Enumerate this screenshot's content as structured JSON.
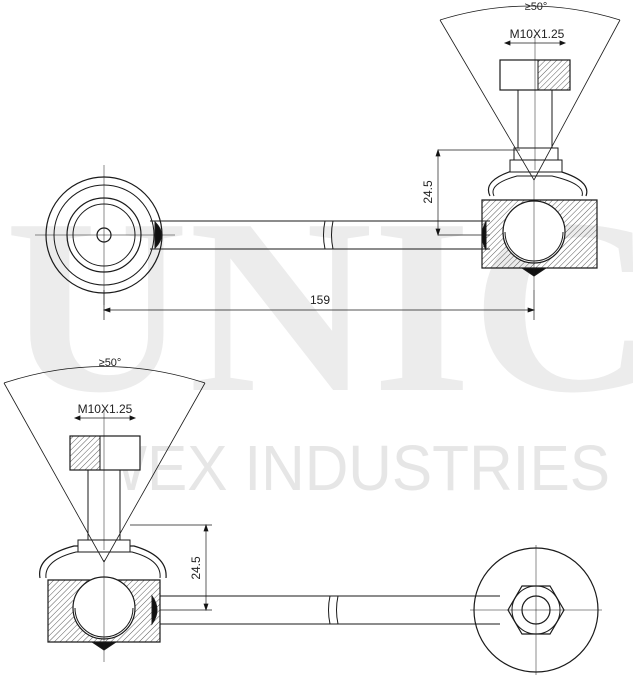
{
  "watermark": {
    "brand": "UNIC",
    "tagline": "WEX INDUSTRIES",
    "color": "#e9e9e9"
  },
  "drawing_color": "#1a1a1a",
  "top_view": {
    "angle_label": "≥50°",
    "thread_label": "M10X1.25",
    "height_dim": "24.5",
    "length_dim": "159"
  },
  "bottom_view": {
    "angle_label": "≥50°",
    "thread_label": "M10X1.25",
    "height_dim": "24.5"
  }
}
